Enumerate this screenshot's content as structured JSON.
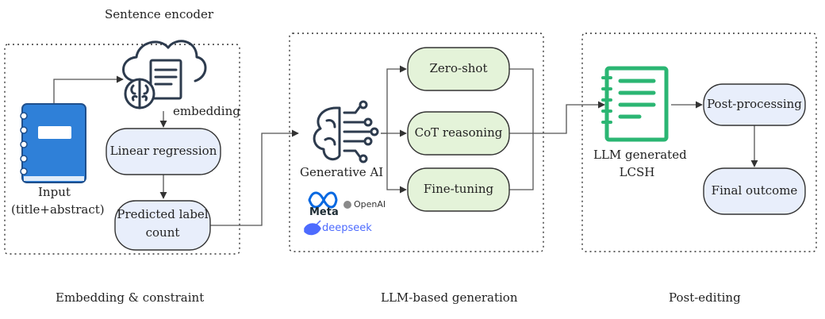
{
  "stages": {
    "embedding": {
      "title": "Sentence encoder",
      "caption": "Embedding & constraint",
      "input_label": "Input",
      "input_sub": "(title+abstract)",
      "embedding_label": "embedding",
      "linear_regression": "Linear regression",
      "predicted_line1": "Predicted label",
      "predicted_line2": "count"
    },
    "generation": {
      "caption": "LLM-based generation",
      "generative_ai": "Generative AI",
      "methods": [
        "Zero-shot",
        "CoT reasoning",
        "Fine-tuning"
      ],
      "brands": {
        "meta": "Meta",
        "openai": "OpenAI",
        "deepseek": "deepseek"
      }
    },
    "post": {
      "caption": "Post-editing",
      "llm_line1": "LLM generated",
      "llm_line2": "LCSH",
      "post_processing": "Post-processing",
      "final_outcome": "Final outcome"
    }
  },
  "colors": {
    "blue_node_fill": "#e8eefb",
    "green_node_fill": "#e4f3d9",
    "book_blue": "#2f80d8",
    "icon_dark": "#2d3b4e",
    "doc_green": "#2bb673",
    "deepseek_blue": "#4d6bfe",
    "meta_blue": "#0668e1"
  },
  "icons": [
    "cloud-brain-icon",
    "book-icon",
    "brain-circuit-icon",
    "document-icon",
    "meta-logo-icon",
    "openai-logo-icon",
    "deepseek-logo-icon"
  ]
}
